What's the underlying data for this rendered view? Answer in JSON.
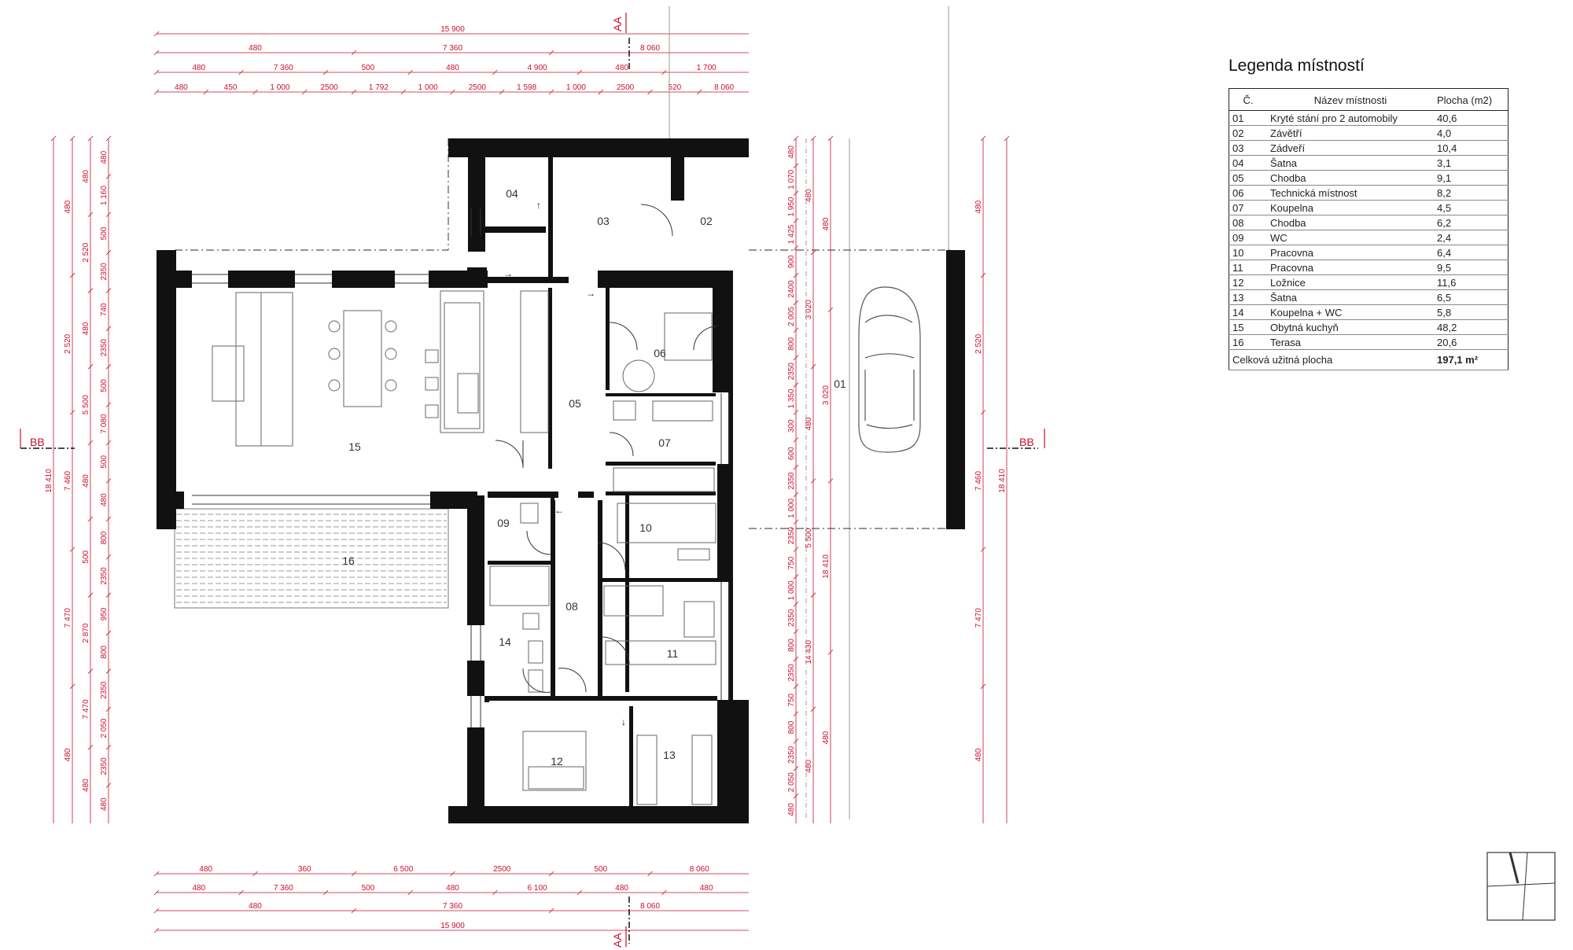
{
  "legend": {
    "title": "Legenda místností",
    "col_no": "Č.",
    "col_name": "Název místnosti",
    "col_area": "Plocha (m2)",
    "rows": [
      {
        "no": "01",
        "name": "Kryté stání pro 2 automobily",
        "area": "40,6"
      },
      {
        "no": "02",
        "name": "Závětří",
        "area": "4,0"
      },
      {
        "no": "03",
        "name": "Zádveří",
        "area": "10,4"
      },
      {
        "no": "04",
        "name": "Šatna",
        "area": "3,1"
      },
      {
        "no": "05",
        "name": "Chodba",
        "area": "9,1"
      },
      {
        "no": "06",
        "name": "Technická místnost",
        "area": "8,2"
      },
      {
        "no": "07",
        "name": "Koupelna",
        "area": "4,5"
      },
      {
        "no": "08",
        "name": "Chodba",
        "area": "6,2"
      },
      {
        "no": "09",
        "name": "WC",
        "area": "2,4"
      },
      {
        "no": "10",
        "name": "Pracovna",
        "area": "6,4"
      },
      {
        "no": "11",
        "name": "Pracovna",
        "area": "9,5"
      },
      {
        "no": "12",
        "name": "Ložnice",
        "area": "11,6"
      },
      {
        "no": "13",
        "name": "Šatna",
        "area": "6,5"
      },
      {
        "no": "14",
        "name": "Koupelna + WC",
        "area": "5,8"
      },
      {
        "no": "15",
        "name": "Obytná kuchyň",
        "area": "48,2"
      },
      {
        "no": "16",
        "name": "Terasa",
        "area": "20,6"
      }
    ],
    "total_label": "Celková užitná plocha",
    "total_value": "197,1 m²"
  },
  "room_labels": [
    "01",
    "02",
    "03",
    "04",
    "05",
    "06",
    "07",
    "08",
    "09",
    "10",
    "11",
    "12",
    "13",
    "14",
    "15",
    "16"
  ],
  "section_marks": {
    "aa": "AA",
    "bb": "BB"
  },
  "dimensions": {
    "top": [
      [
        "15 900"
      ],
      [
        "480",
        "7 360",
        "8 060"
      ],
      [
        "480",
        "7 360",
        "500",
        "480",
        "4 900",
        "480",
        "1 700"
      ],
      [
        "480",
        "450",
        "1 000",
        "2500",
        "1 792",
        "1 000",
        "2500",
        "1 598",
        "1 000",
        "2500",
        "520",
        "8 060"
      ]
    ],
    "bottom": [
      [
        "480",
        "360",
        "6 500",
        "2500",
        "500",
        "8 060"
      ],
      [
        "480",
        "7 360",
        "500",
        "480",
        "6 100",
        "480",
        "480"
      ],
      [
        "480",
        "7 360",
        "8 060"
      ],
      [
        "15 900"
      ]
    ],
    "left": [
      [
        "18 410"
      ],
      [
        "480",
        "2 520",
        "7 460",
        "7 470",
        "480"
      ],
      [
        "480",
        "2 520",
        "480",
        "5 500",
        "480",
        "500",
        "2 870",
        "7 470",
        "480"
      ],
      [
        "480",
        "1 160",
        "500",
        "2350",
        "740",
        "2350",
        "500",
        "7 080",
        "500",
        "480",
        "800",
        "2350",
        "950",
        "800",
        "2350",
        "2 050",
        "2350",
        "480"
      ]
    ],
    "right": [
      [
        "480",
        "1 070",
        "1 950",
        "1 425",
        "900",
        "2400",
        "2 005",
        "800",
        "2350",
        "1 350",
        "300",
        "600",
        "2350",
        "1 000",
        "2350",
        "750",
        "1 000",
        "2350",
        "800",
        "2350",
        "750",
        "800",
        "2350",
        "2 050",
        "480"
      ],
      [
        "480",
        "3 020",
        "480",
        "5 500",
        "14 430",
        "480"
      ],
      [
        "480",
        "3 020",
        "18 410",
        "480"
      ],
      [
        "480",
        "2 520",
        "7 460",
        "7 470",
        "480"
      ],
      [
        "18 410"
      ]
    ]
  },
  "colors": {
    "wall": "#111111",
    "dim": "#c8102e",
    "thin": "#444444"
  }
}
